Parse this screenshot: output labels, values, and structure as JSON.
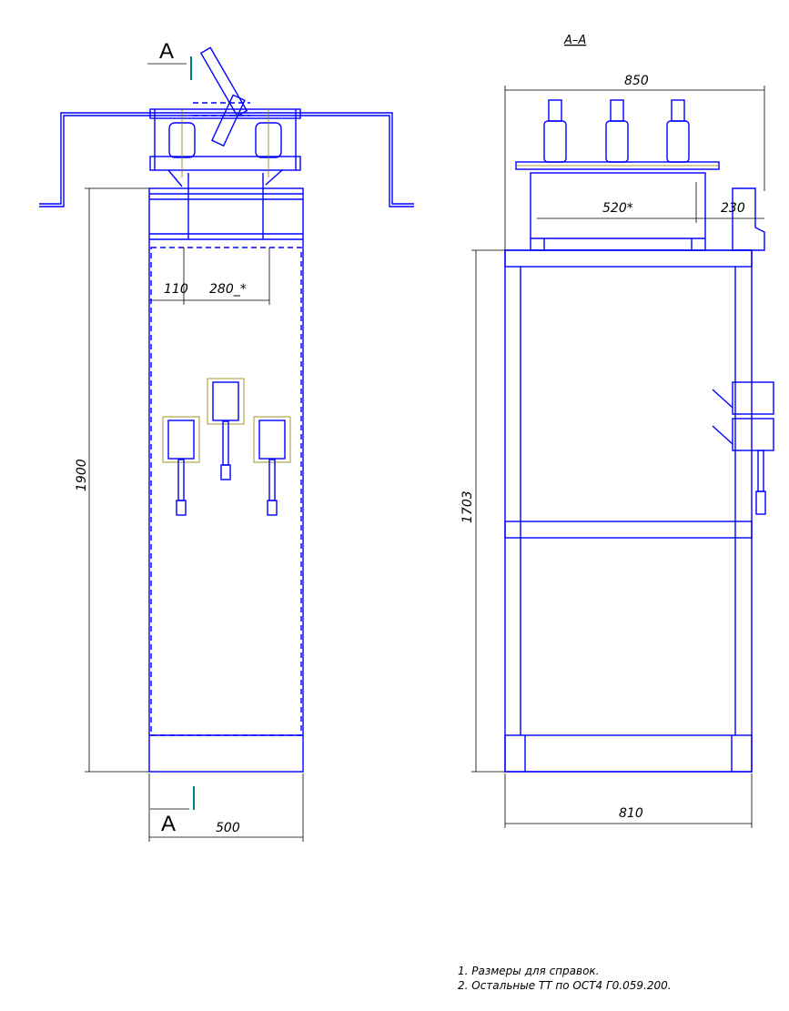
{
  "section_marks": {
    "top": "A",
    "bottom": "A"
  },
  "section_title": "A–A",
  "dimensions": {
    "width_850": "850",
    "width_520": "520*",
    "width_230": "230",
    "offset_110": "110",
    "spacing_280": "280_*",
    "height_1900": "1900",
    "height_1703": "1703",
    "width_500": "500",
    "width_810": "810"
  },
  "notes": [
    "1. Размеры для справок.",
    "2. Остальные ТТ по ОСТ4 Г0.059.200."
  ],
  "colors": {
    "outline": "#0000ff",
    "dimension": "#000000",
    "centerline": "#8a7a00",
    "section_marker": "#008080"
  }
}
